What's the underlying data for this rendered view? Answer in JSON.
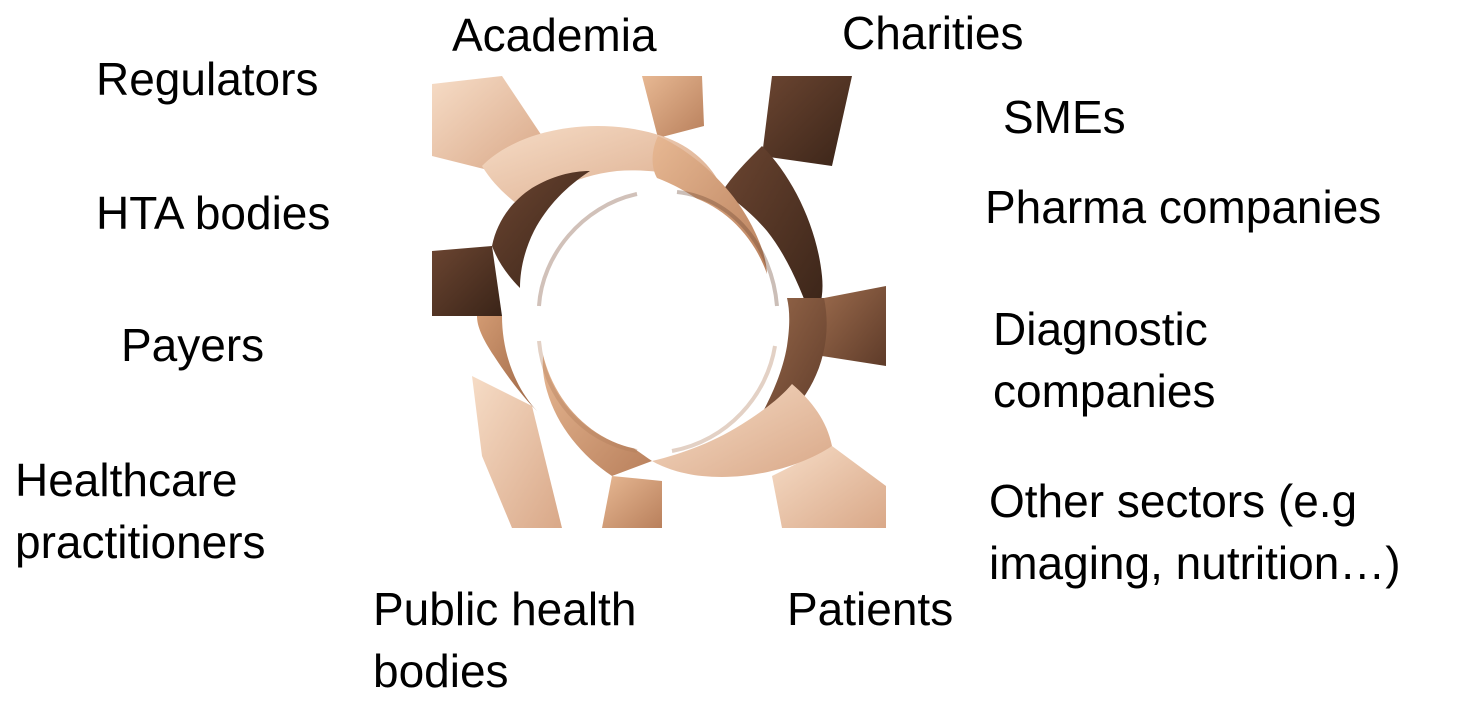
{
  "stakeholders": {
    "academia": "Academia",
    "charities": "Charities",
    "regulators": "Regulators",
    "smes": "SMEs",
    "hta_bodies": "HTA bodies",
    "pharma_companies": "Pharma companies",
    "payers": "Payers",
    "diagnostic_companies": [
      "Diagnostic",
      "companies"
    ],
    "healthcare_practitioners": [
      "Healthcare",
      "practitioners"
    ],
    "other_sectors": [
      "Other sectors (e.g",
      "imaging, nutrition…)"
    ],
    "public_health_bodies": [
      "Public health",
      "bodies"
    ],
    "patients": "Patients"
  },
  "image": {
    "subject": "circle-of-hands"
  }
}
